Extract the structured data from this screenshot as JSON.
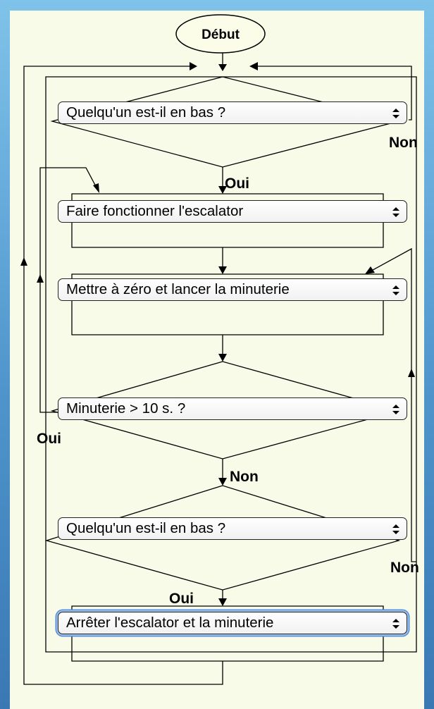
{
  "start": {
    "label": "Début"
  },
  "labels": {
    "oui_1": "Oui",
    "non_1": "Non",
    "oui_2": "Oui",
    "non_2": "Non",
    "non_3": "Non",
    "oui_3": "Oui"
  },
  "steps": [
    {
      "value": "Quelqu'un est-il en bas ?",
      "icon": "up-down-chevrons-icon"
    },
    {
      "value": "Faire fonctionner l'escalator",
      "icon": "up-down-chevrons-icon"
    },
    {
      "value": "Mettre à zéro et lancer la minuterie",
      "icon": "up-down-chevrons-icon"
    },
    {
      "value": "Minuterie > 10 s. ?",
      "icon": "up-down-chevrons-icon"
    },
    {
      "value": "Quelqu'un est-il en bas ?",
      "icon": "up-down-chevrons-icon"
    },
    {
      "value": "Arrêter l'escalator et la minuterie",
      "icon": "up-down-chevrons-icon"
    }
  ],
  "colors": {
    "background_top": "#7fc3ea",
    "background_bottom": "#3a78b4",
    "canvas": "#f7fbe8",
    "focus_ring": "#5a8fdb"
  }
}
